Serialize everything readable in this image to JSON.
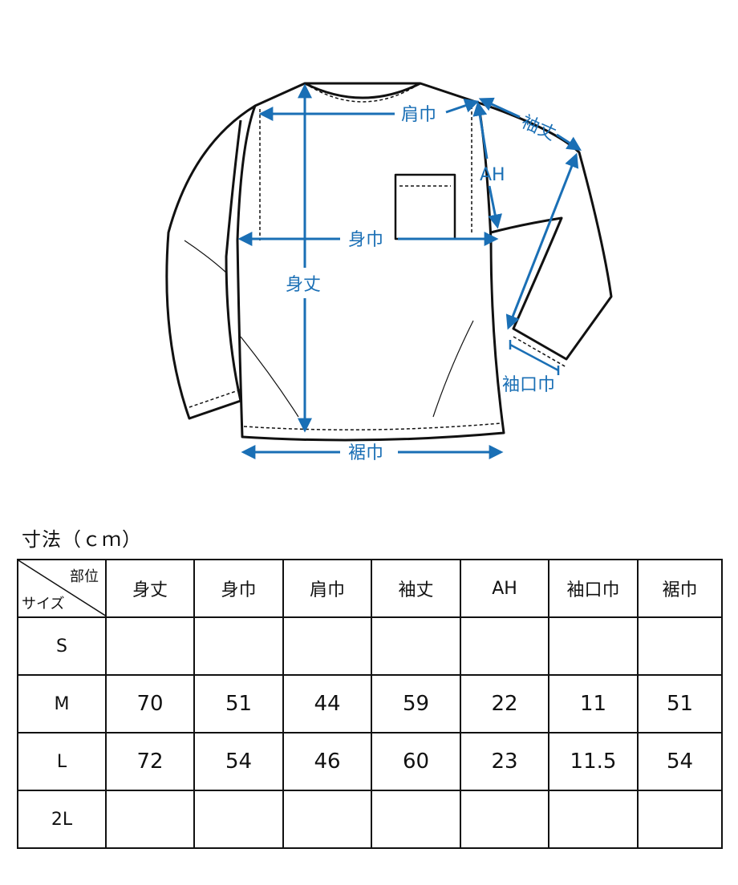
{
  "diagram": {
    "labels": {
      "shoulder": "肩巾",
      "sleeve_length": "袖丈",
      "armhole": "AH",
      "chest": "身巾",
      "body_length": "身丈",
      "cuff": "袖口巾",
      "hem": "裾巾"
    },
    "colors": {
      "arrow": "#1a6fb5",
      "outline": "#111111"
    }
  },
  "table": {
    "title": "寸法（ｃｍ）",
    "corner_top": "部位",
    "corner_bottom": "サイズ",
    "headers": [
      "身丈",
      "身巾",
      "肩巾",
      "袖丈",
      "AH",
      "袖口巾",
      "裾巾"
    ],
    "rows": [
      {
        "size": "S",
        "values": [
          "",
          "",
          "",
          "",
          "",
          "",
          ""
        ]
      },
      {
        "size": "M",
        "values": [
          "70",
          "51",
          "44",
          "59",
          "22",
          "11",
          "51"
        ]
      },
      {
        "size": "L",
        "values": [
          "72",
          "54",
          "46",
          "60",
          "23",
          "11.5",
          "54"
        ]
      },
      {
        "size": "2L",
        "values": [
          "",
          "",
          "",
          "",
          "",
          "",
          ""
        ]
      }
    ]
  }
}
